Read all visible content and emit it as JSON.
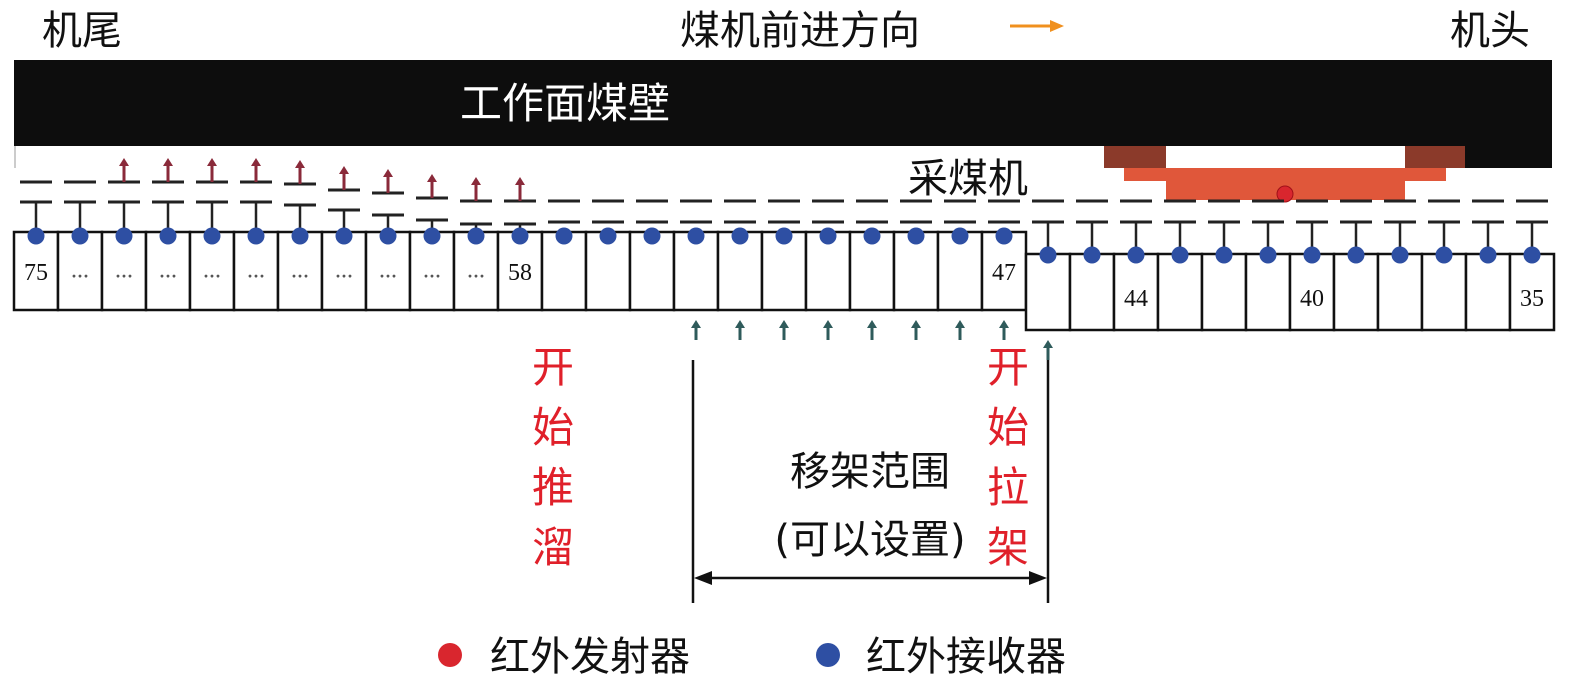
{
  "labels": {
    "tail": "机尾",
    "direction": "煤机前进方向",
    "head": "机头",
    "coal_wall": "工作面煤壁",
    "shearer": "采煤机",
    "start_push": [
      "开",
      "始",
      "推",
      "溜"
    ],
    "start_pull": [
      "开",
      "始",
      "拉",
      "架"
    ],
    "move_range": "移架范围",
    "move_range_note": "(可以设置)"
  },
  "supports": {
    "left_group_numbers": [
      "75",
      "···",
      "···",
      "···",
      "···",
      "···",
      "···",
      "···",
      "···",
      "···",
      "···",
      "58",
      "",
      "",
      "",
      "",
      "",
      "",
      "",
      "",
      "",
      "",
      "47"
    ],
    "right_group_numbers": [
      "",
      "",
      "44",
      "",
      "",
      "",
      "40",
      "",
      "",
      "",
      "",
      "35"
    ]
  },
  "legend": [
    {
      "label": "红外发射器",
      "color": "#d9262e"
    },
    {
      "label": "红外接收器",
      "color": "#2e4fa3"
    }
  ],
  "colors": {
    "wall": "#0d0d0d",
    "direction_arrow": "#f0901e",
    "push_arrow": "#8a2a3a",
    "pull_arrow": "#2f5b5b",
    "shearer_dark": "#8b3a2a",
    "shearer_orange": "#e0573a",
    "label_red": "#e0202a"
  }
}
